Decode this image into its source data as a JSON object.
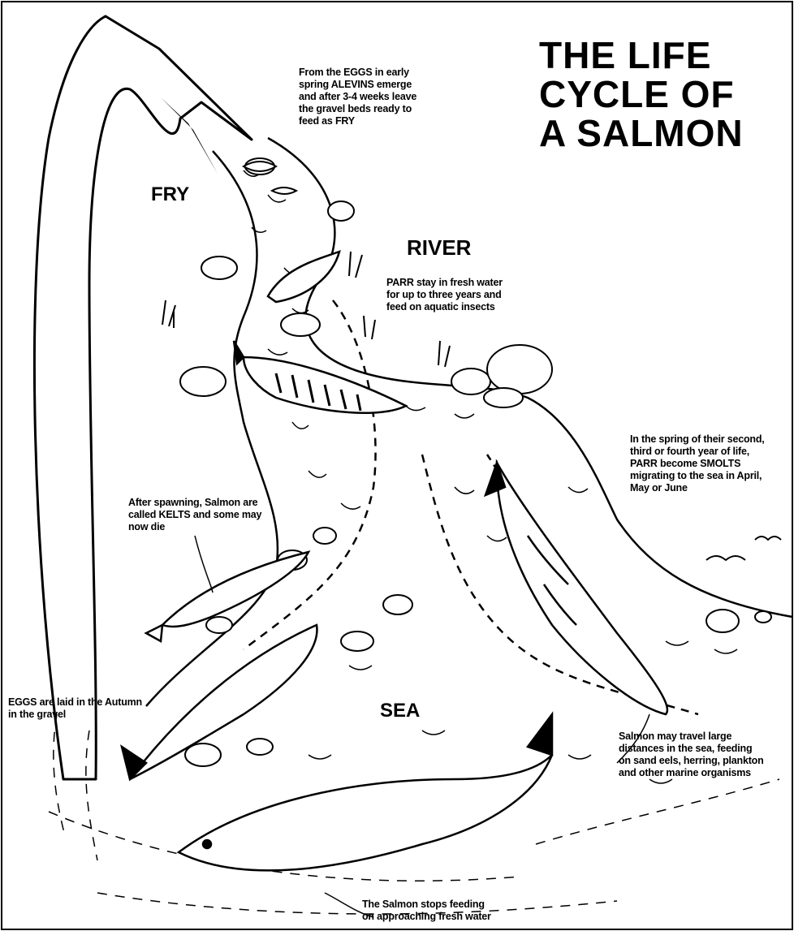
{
  "title": {
    "line1": "THE LIFE",
    "line2": "CYCLE OF",
    "line3": "A SALMON"
  },
  "labels": {
    "fry": "FRY",
    "river": "RIVER",
    "sea": "SEA"
  },
  "annotations": {
    "alevins": [
      "From the EGGS in early",
      "spring ALEVINS emerge",
      "and after 3-4 weeks leave",
      "the gravel beds ready to",
      "feed as FRY"
    ],
    "parr": [
      "PARR stay in fresh water",
      "for up to three years and",
      "feed on aquatic insects"
    ],
    "smolts": [
      "In the spring of their second,",
      "third or fourth year of life,",
      "PARR become SMOLTS",
      "migrating to the sea in April,",
      "May or June"
    ],
    "kelts": [
      "After spawning, Salmon are",
      "called KELTS and some may",
      "now die"
    ],
    "eggs": [
      "EGGS are laid in the Autumn",
      "in the gravel"
    ],
    "sea_travel": [
      "Salmon may travel large",
      "distances in the sea, feeding",
      "on sand eels, herring, plankton",
      "and other marine organisms"
    ],
    "stops_feeding": [
      "The Salmon stops feeding",
      "on approaching fresh water"
    ]
  },
  "icons": [
    "cycle-arrow-icon",
    "river-icon",
    "rock-icon",
    "salmon-icon",
    "gull-icon",
    "wave-icon"
  ]
}
